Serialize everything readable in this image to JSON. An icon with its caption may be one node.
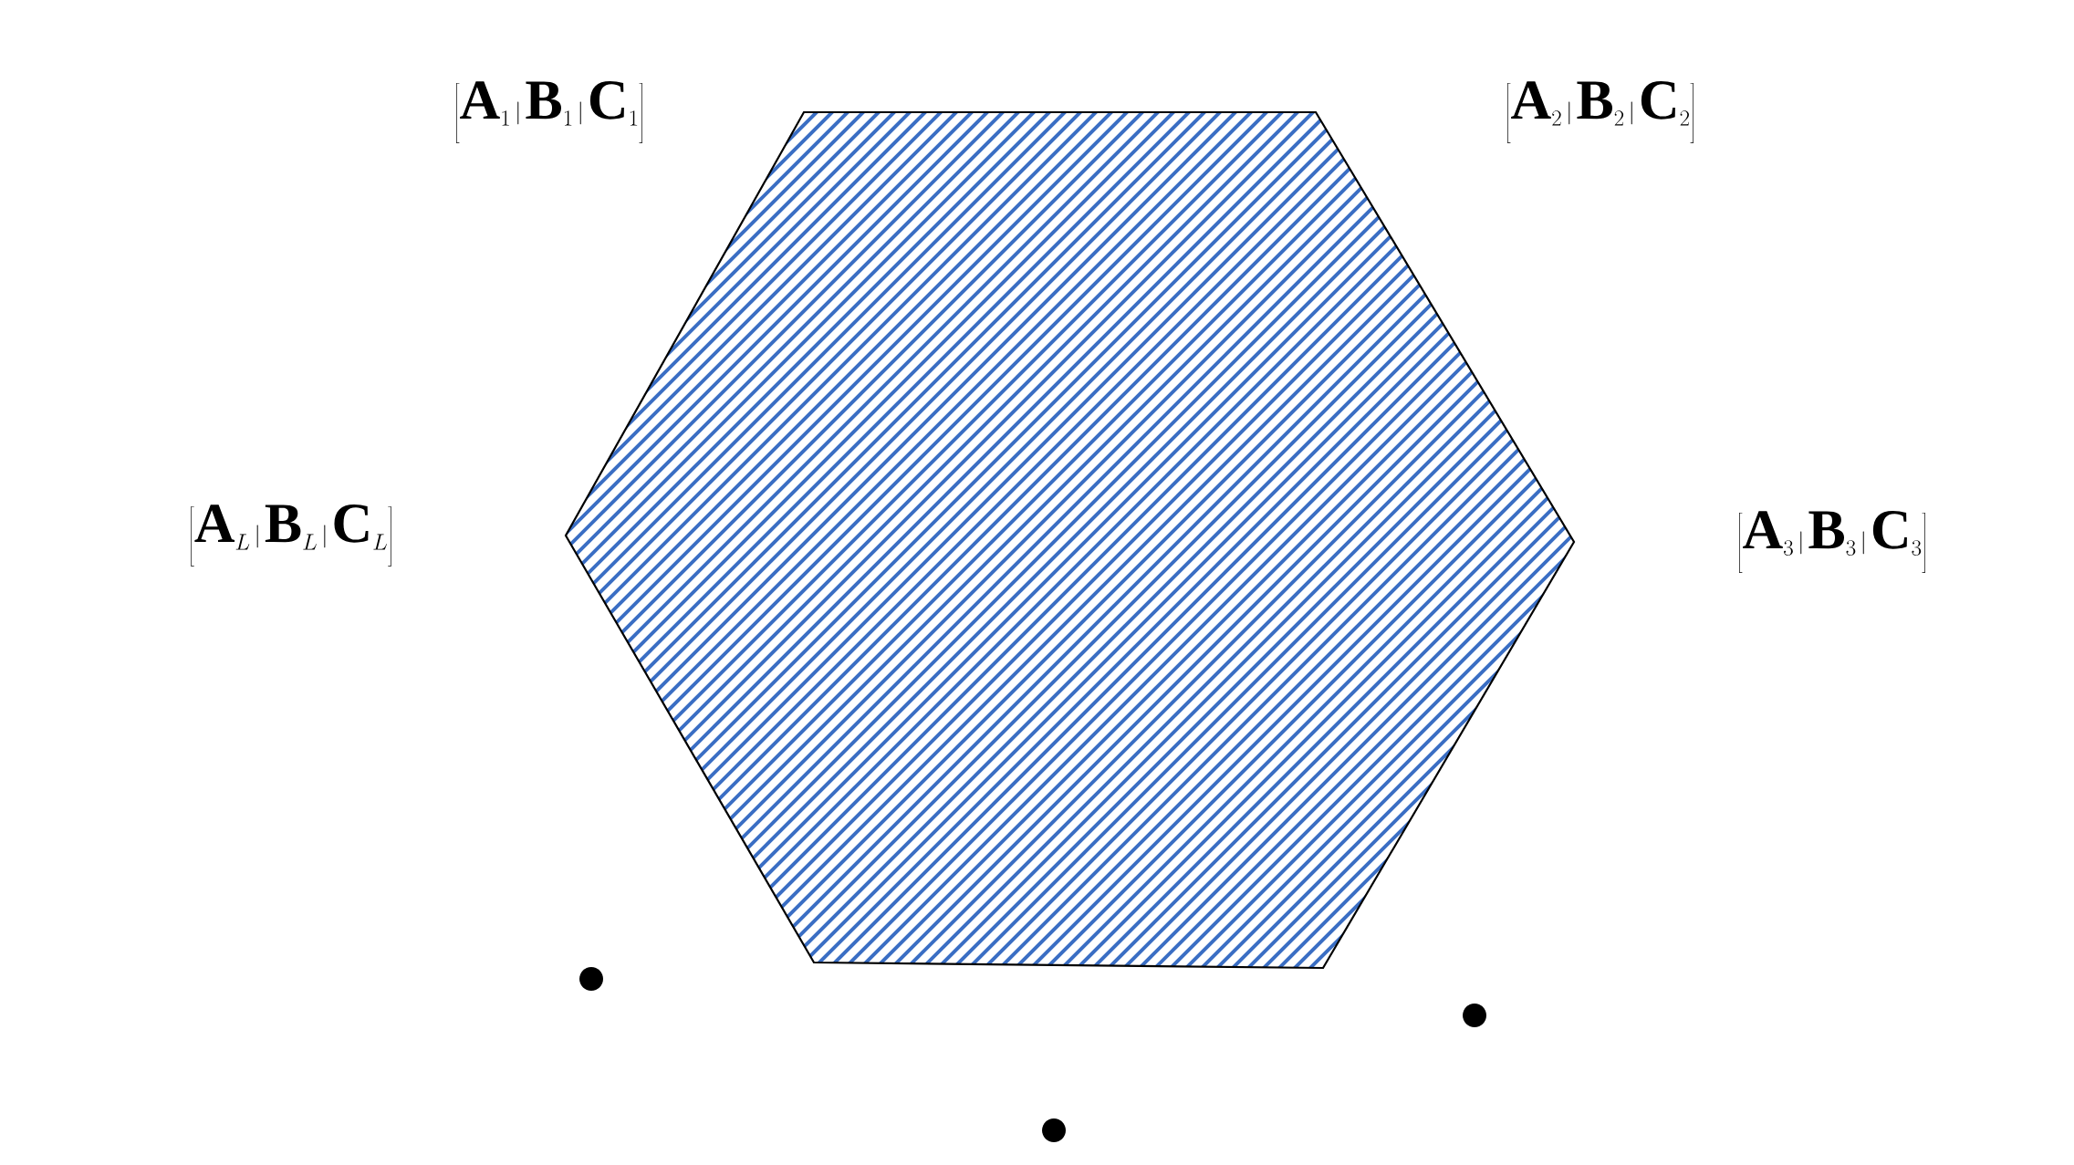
{
  "diagram": {
    "nodes": [
      {
        "text": [],
        "shape": "hexagon"
      }
    ],
    "labels": [
      "\\left[\\mathbf{A}_1\\,|\\,\\mathbf{B}_1\\,|\\,\\mathbf{C}_1\\right]",
      "\\left[\\mathbf{A}_2\\,|\\,\\mathbf{B}_2\\,|\\,\\mathbf{C}_2\\right]",
      "\\left[\\mathbf{A}_L\\,|\\,\\mathbf{B}_L\\,|\\,\\mathbf{C}_L\\right]",
      "\\left[\\mathbf{A}_3\\,|\\,\\mathbf{B}_3\\,|\\,\\mathbf{C}_3\\right]"
    ]
  }
}
